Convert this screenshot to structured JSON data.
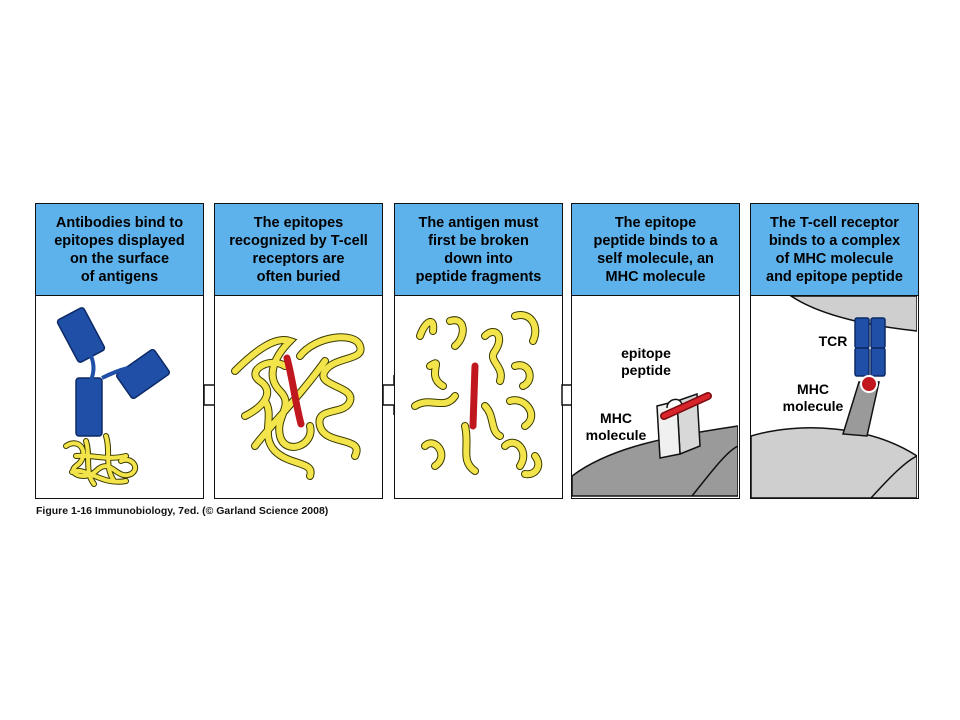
{
  "panels": [
    {
      "title": "Antibodies bind to\nepitopes displayed\non the surface\nof antigens"
    },
    {
      "title": "The epitopes\nrecognized by T-cell\nreceptors are\noften buried"
    },
    {
      "title": "The antigen must\nfirst be broken\ndown into\npeptide fragments"
    },
    {
      "title": "The epitope\npeptide binds to a\nself molecule, an\nMHC molecule"
    },
    {
      "title": "The T-cell receptor\nbinds to a complex\nof MHC molecule\nand epitope peptide"
    }
  ],
  "labels": {
    "epitope_line1": "epitope",
    "epitope_line2": "peptide",
    "mhc_line1": "MHC",
    "mhc_line2": "molecule",
    "tcr": "TCR",
    "mhc5_line1": "MHC",
    "mhc5_line2": "molecule"
  },
  "caption": "Figure 1-16  Immunobiology, 7ed. (© Garland Science 2008)",
  "colors": {
    "header_blue": "#5db2ec",
    "antibody_blue": "#1f4fa6",
    "peptide_yellow": "#f2e44a",
    "epitope_red": "#c0181e",
    "membrane_grey": "#9a9a9a"
  }
}
